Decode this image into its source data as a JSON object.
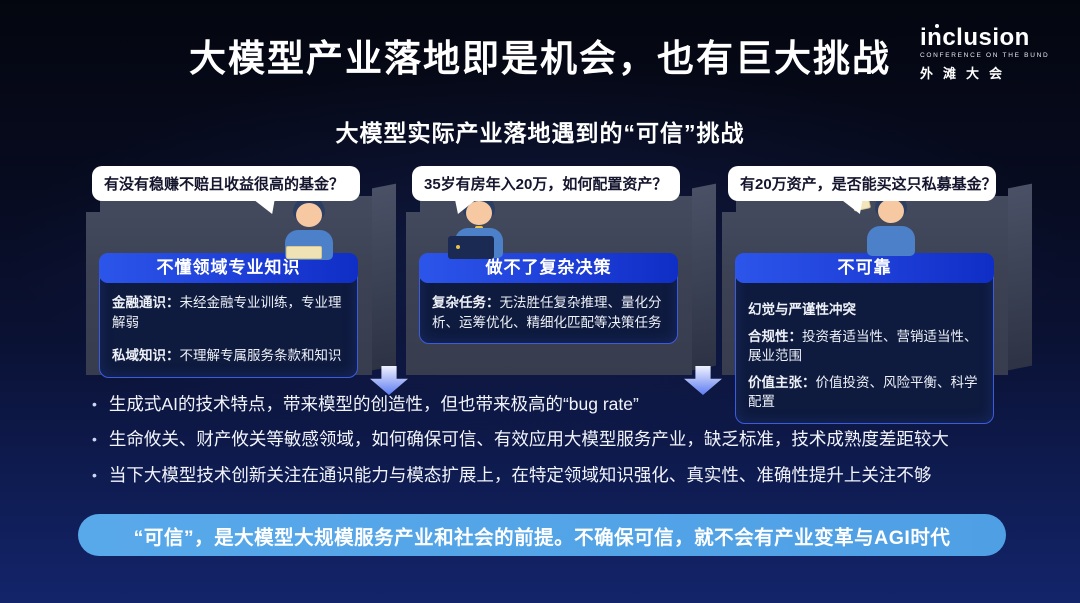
{
  "slide": {
    "title": "大模型产业落地即是机会，也有巨大挑战",
    "subtitle": "大模型实际产业落地遇到的“可信”挑战",
    "logo": {
      "brand": "inclusion",
      "tagline": "CONFERENCE ON THE BUND",
      "cn": "外滩大会"
    }
  },
  "panels": [
    {
      "bubble": "有没有稳赚不赔且收益很高的基金？",
      "header": "不懂领域专业知识",
      "items": [
        {
          "label": "金融通识：",
          "text": "未经金融专业训练，专业理解弱"
        },
        {
          "label": "私域知识：",
          "text": "不理解专属服务条款和知识"
        }
      ]
    },
    {
      "bubble": "35岁有房年入20万，如何配置资产？",
      "header": "做不了复杂决策",
      "items": [
        {
          "label": "复杂任务：",
          "text": "无法胜任复杂推理、量化分析、运筹优化、精细化匹配等决策任务"
        }
      ]
    },
    {
      "bubble": "有20万资产，是否能买这只私募基金？",
      "header": "不可靠",
      "items": [
        {
          "label": "幻觉与严谨性冲突",
          "text": ""
        },
        {
          "label": "合规性：",
          "text": "投资者适当性、营销适当性、展业范围"
        },
        {
          "label": "价值主张：",
          "text": "价值投资、风险平衡、科学配置"
        }
      ]
    }
  ],
  "bullets": [
    "生成式AI的技术特点，带来模型的创造性，但也带来极高的“bug rate”",
    "生命攸关、财产攸关等敏感领域，如何确保可信、有效应用大模型服务产业，缺乏标准，技术成熟度差距较大",
    "当下大模型技术创新关注在通识能力与模态扩展上，在特定领域知识强化、真实性、准确性提升上关注不够"
  ],
  "banner": {
    "text": "“可信”，是大模型大规模服务产业和社会的前提。不确保可信，就不会有产业变革与AGI时代"
  },
  "colors": {
    "background_top": "#05070f",
    "background_bottom": "#13246a",
    "panel_slab": "#3d4356",
    "card_bg": "#0e1a3e",
    "card_border": "#3c5ce0",
    "header_pill_start": "#2c55ea",
    "header_pill_end": "#0f2ec6",
    "banner_bg": "#55a6e8",
    "arrow_start": "#f0f3ff",
    "arrow_end": "#5d7cf2",
    "bubble_bg": "#ffffff",
    "text_light": "#f2f4fc"
  }
}
